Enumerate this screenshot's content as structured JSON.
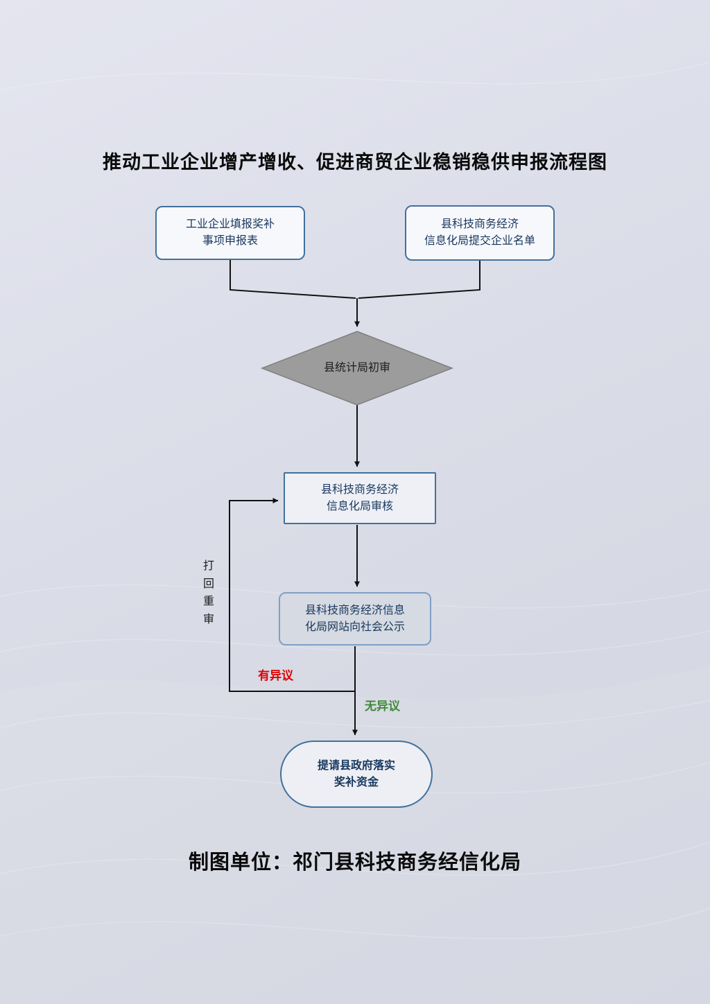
{
  "title": "推动工业企业增产增收、促进商贸企业稳销稳供申报流程图",
  "nodes": {
    "industrial_form": {
      "text": "工业企业填报奖补\n事项申报表"
    },
    "bureau_list": {
      "text": "县科技商务经济\n信息化局提交企业名单"
    },
    "stats_review": {
      "text": "县统计局初审"
    },
    "bureau_audit": {
      "text": "县科技商务经济\n信息化局审核"
    },
    "public_notice": {
      "text": "县科技商务经济信息\n化局网站向社会公示"
    },
    "final_funding": {
      "text": "提请县政府落实\n奖补资金"
    }
  },
  "labels": {
    "objection": "有异议",
    "no_objection": "无异议",
    "return_redo": "打回重审"
  },
  "footer": "制图单位：祁门县科技商务经信化局",
  "colors": {
    "red": "#e00000",
    "green": "#3f8a3a",
    "node_border": "#41719c",
    "diamond_fill": "#9c9c9c",
    "background": "#dcdee9"
  },
  "edges": [
    {
      "from": "industrial_form",
      "to": "stats_review"
    },
    {
      "from": "bureau_list",
      "to": "stats_review"
    },
    {
      "from": "stats_review",
      "to": "bureau_audit"
    },
    {
      "from": "bureau_audit",
      "to": "public_notice"
    },
    {
      "from": "public_notice",
      "to": "final_funding",
      "label": "无异议"
    },
    {
      "from": "public_notice",
      "to": "bureau_audit",
      "label": "有异议 / 打回重审"
    }
  ]
}
